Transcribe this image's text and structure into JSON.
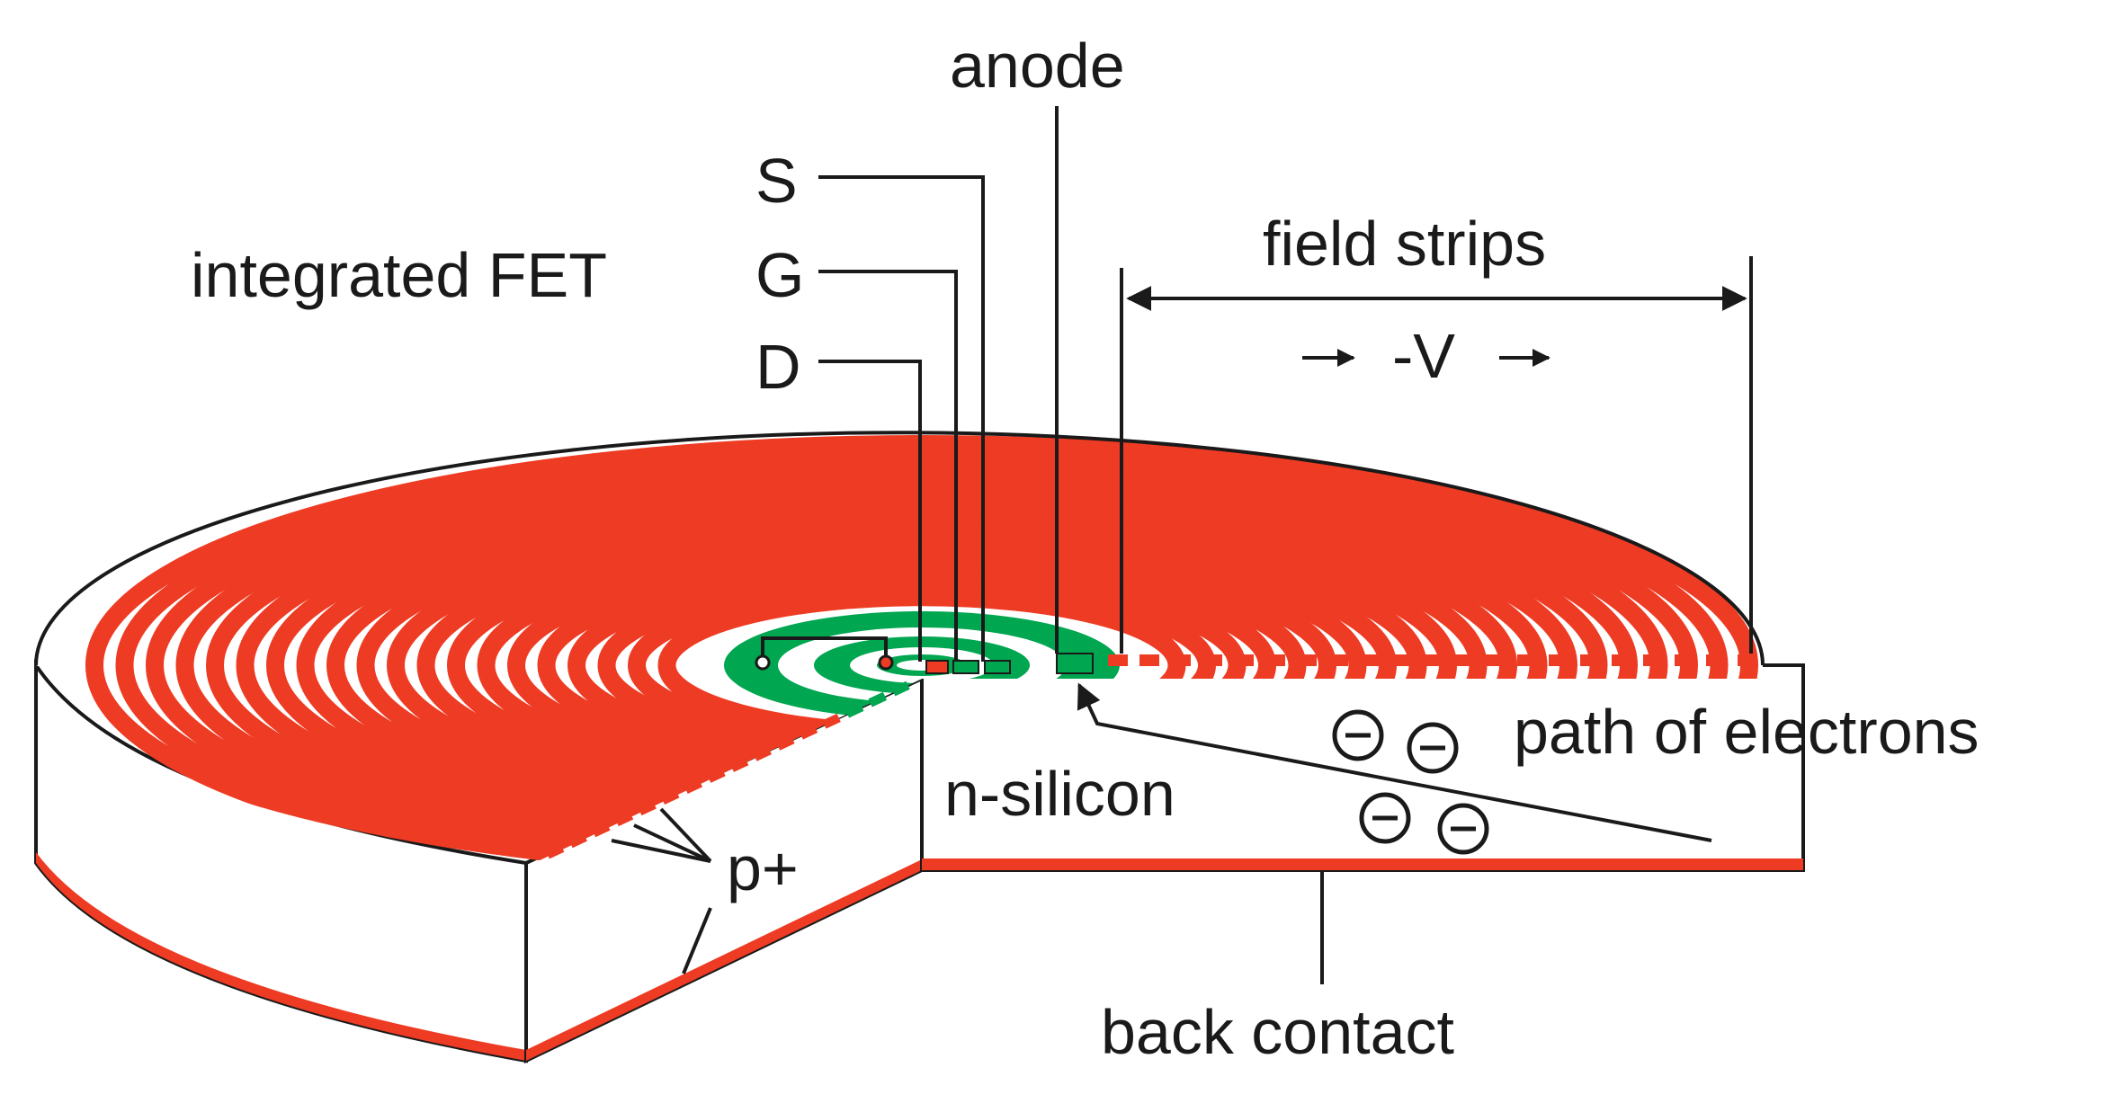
{
  "labels": {
    "anode": "anode",
    "source": "S",
    "gate": "G",
    "drain": "D",
    "integrated_fet": "integrated FET",
    "field_strips": "field strips",
    "voltage": "-V",
    "path_of_electrons": "path of electrons",
    "n_silicon": "n-silicon",
    "p_plus": "p+",
    "back_contact": "back contact"
  },
  "colors": {
    "strip_red": "#ee3b23",
    "anode_green": "#00a650",
    "outline": "#1a1a1a",
    "silicon_white": "#ffffff"
  }
}
